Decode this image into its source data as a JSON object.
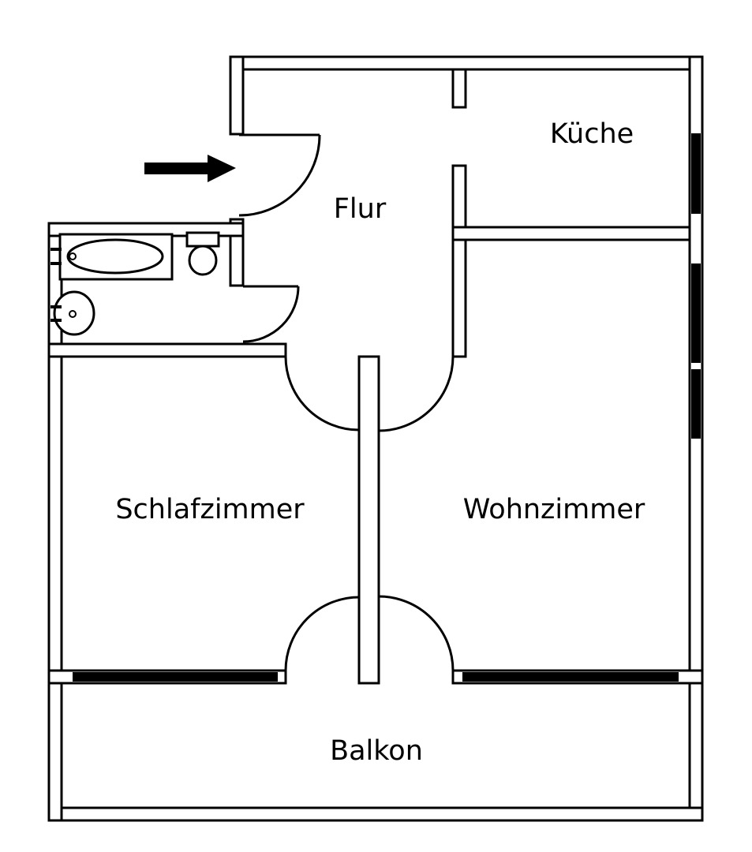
{
  "floorplan": {
    "background_color": "#ffffff",
    "wall_color": "#000000",
    "rooms": {
      "flur": {
        "label": "Flur"
      },
      "kueche": {
        "label": "Küche"
      },
      "schlafzimmer": {
        "label": "Schlafzimmer"
      },
      "wohnzimmer": {
        "label": "Wohnzimmer"
      },
      "balkon": {
        "label": "Balkon"
      }
    },
    "bathroom_fixtures": [
      "bathtub",
      "toilet",
      "sink"
    ],
    "doors": [
      "entrance-door",
      "bathroom-door",
      "kitchen-doorway",
      "schlafzimmer-door",
      "wohnzimmer-door",
      "balcony-door-schlafzimmer",
      "balcony-door-wohnzimmer"
    ],
    "windows": [
      "kueche-window",
      "wohnzimmer-window-upper",
      "wohnzimmer-window-lower",
      "balcony-window-schlafzimmer",
      "balcony-window-wohnzimmer"
    ],
    "entrance_arrow": {
      "direction": "right"
    }
  }
}
